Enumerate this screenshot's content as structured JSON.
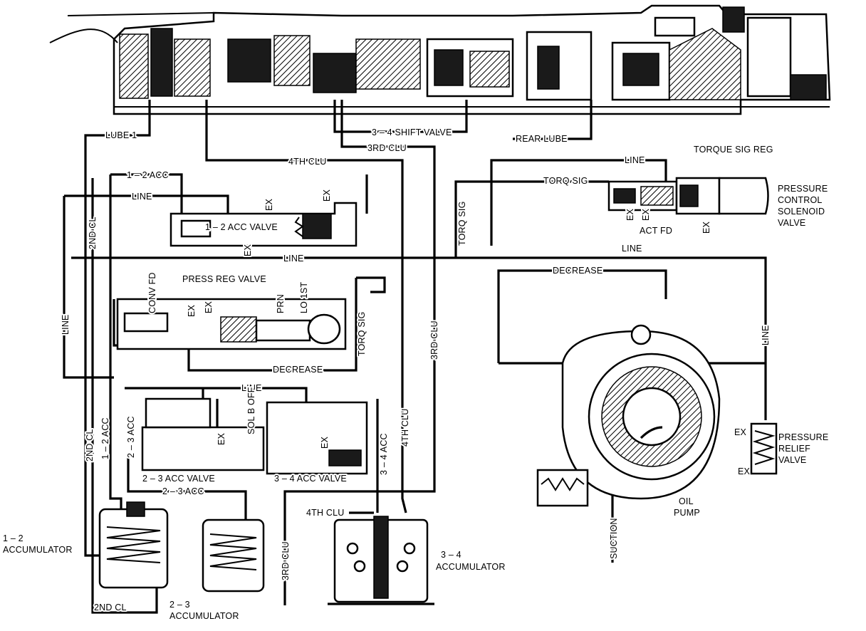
{
  "colors": {
    "ink": "#000000",
    "paper": "#ffffff"
  },
  "labels": {
    "lube_1": "LUBE 1",
    "shift_34": "3 – 4 SHIFT VALVE",
    "rear_lube": "REAR LUBE",
    "third_clu_top": "3RD CLU",
    "fourth_clu_top": "4TH CLU",
    "acc_12_top": "1 – 2 ACC",
    "line_a": "LINE",
    "acc_valve_12": "1 – 2 ACC VALVE",
    "ex_1": "EX",
    "ex_2": "EX",
    "ex_3": "EX",
    "second_cl_vert_top": "2ND CL",
    "line_b": "LINE",
    "line_vert_left": "LINE",
    "conv_fd": "CONV FD",
    "press_reg_valve": "PRESS REG VALVE",
    "ex_4": "EX",
    "ex_5": "EX",
    "prn": "PRN",
    "lo_1st": "LO 1ST",
    "torq_sig_vert_1": "TORQ SIG",
    "torq_sig_vert_2": "TORQ SIG",
    "third_clu_vert": "3RD CLU",
    "decrease_1": "DECREASE",
    "decrease_2": "DECREASE",
    "line_c": "LINE",
    "line_d": "LINE",
    "torque_sig_reg": "TORQUE SIG REG",
    "torq_sig_h": "TORQ SIG",
    "pressure_control": "PRESSURE",
    "pressure_control_2": "CONTROL",
    "pressure_control_3": "SOLENOID",
    "pressure_control_4": "VALVE",
    "ex_6": "EX",
    "ex_7": "EX",
    "act_fd": "ACT FD",
    "ex_8": "EX",
    "line_vert_right": "LINE",
    "line_e": "LINE",
    "sol_b_off": "SOL B OFF",
    "ex_9": "EX",
    "ex_10": "EX",
    "acc_23_vert": "2 – 3 ACC",
    "acc_12_vert": "1 – 2 ACC",
    "second_cl_vert": "2ND CL",
    "acc_valve_23": "2 – 3 ACC VALVE",
    "acc_valve_34": "3 – 4 ACC VALVE",
    "acc_34_vert": "3 – 4 ACC",
    "fourth_clu_vert": "4TH CLU",
    "acc_23_h": "2 – 3 ACC",
    "third_clu_vert_low": "3RD CLU",
    "fourth_clu_low": "4TH CLU",
    "accum_12_a": "1 – 2",
    "accum_12_b": "ACCUMULATOR",
    "second_cl_bottom": "2ND CL",
    "accum_23_a": "2 – 3",
    "accum_23_b": "ACCUMULATOR",
    "accum_34_a": "3 – 4",
    "accum_34_b": "ACCUMULATOR",
    "suction": "SUCTION",
    "oil_pump_a": "OIL",
    "oil_pump_b": "PUMP",
    "ex_11": "EX",
    "ex_12": "EX",
    "relief_a": "PRESSURE",
    "relief_b": "RELIEF",
    "relief_c": "VALVE"
  }
}
